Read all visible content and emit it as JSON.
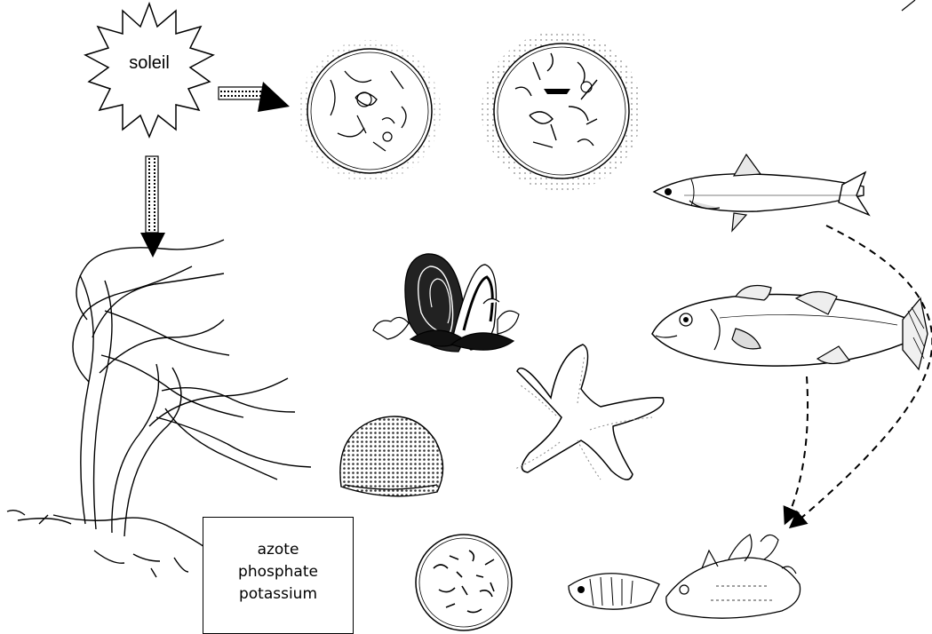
{
  "sun": {
    "label": "soleil"
  },
  "nutrients": {
    "items": [
      "azote",
      "phosphate",
      "potassium"
    ]
  },
  "organisms": [
    "phytoplankton-icon",
    "zooplankton-icon",
    "herring-icon",
    "mussels-icon",
    "sea-bass-icon",
    "kelp-seaweed-icon",
    "sea-urchin-icon",
    "starfish-icon",
    "bacteria-icon",
    "decomposing-fish-icon"
  ]
}
